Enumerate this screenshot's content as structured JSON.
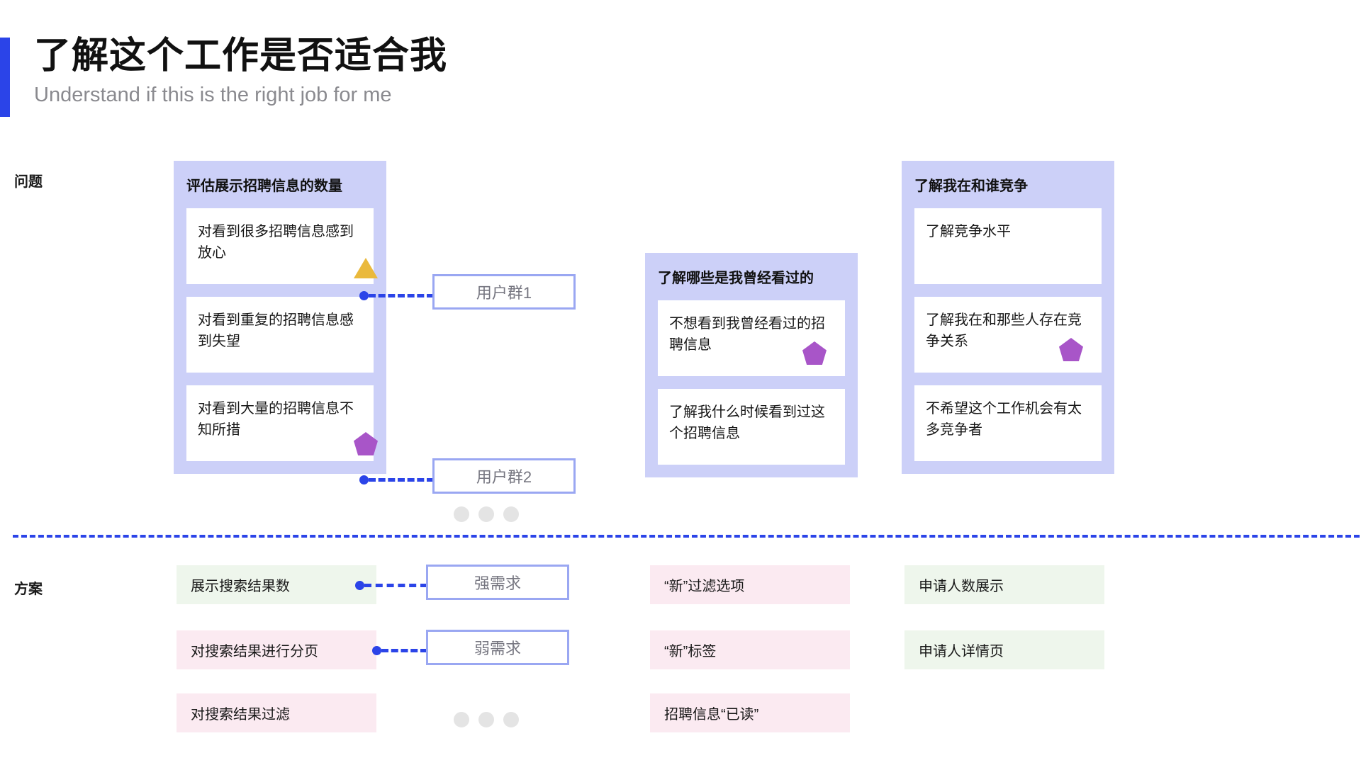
{
  "header": {
    "title": "了解这个工作是否适合我",
    "subtitle": "Understand if this is the right job for me",
    "accent_color": "#2b44e8"
  },
  "labels": {
    "problems": "问题",
    "solutions": "方案"
  },
  "colors": {
    "group_bg": "#ccd0f8",
    "card_bg": "#ffffff",
    "dashed_line": "#2b44e8",
    "triangle_marker": "#eab93c",
    "pentagon_marker": "#a855c8",
    "pill_border": "#9aa7f2",
    "solution_green": "#eef6ec",
    "solution_pink": "#fbeaf1",
    "ellipsis_dot": "#e4e4e4"
  },
  "problems": {
    "groups": [
      {
        "title": "评估展示招聘信息的数量",
        "cards": [
          {
            "text": "对看到很多招聘信息感到放心",
            "marker": "triangle"
          },
          {
            "text": "对看到重复的招聘信息感到失望",
            "marker": "none"
          },
          {
            "text": "对看到大量的招聘信息不知所措",
            "marker": "pentagon"
          }
        ]
      },
      {
        "title": "了解哪些是我曾经看过的",
        "cards": [
          {
            "text": "不想看到我曾经看过的招聘信息",
            "marker": "pentagon"
          },
          {
            "text": "了解我什么时候看到过这个招聘信息",
            "marker": "none"
          }
        ]
      },
      {
        "title": "了解我在和谁竞争",
        "cards": [
          {
            "text": "了解竞争水平",
            "marker": "none"
          },
          {
            "text": "了解我在和那些人存在竞争关系",
            "marker": "pentagon"
          },
          {
            "text": "不希望这个工作机会有太多竞争者",
            "marker": "none"
          }
        ]
      }
    ],
    "pills": [
      {
        "label": "用户群1"
      },
      {
        "label": "用户群2"
      }
    ]
  },
  "solutions": {
    "columns": [
      {
        "chips": [
          {
            "text": "展示搜索结果数",
            "tone": "green"
          },
          {
            "text": "对搜索结果进行分页",
            "tone": "pink"
          },
          {
            "text": "对搜索结果过滤",
            "tone": "pink"
          }
        ]
      },
      {
        "chips": [
          {
            "text": "“新”过滤选项",
            "tone": "pink"
          },
          {
            "text": "“新”标签",
            "tone": "pink"
          },
          {
            "text": "招聘信息“已读”",
            "tone": "pink"
          }
        ]
      },
      {
        "chips": [
          {
            "text": "申请人数展示",
            "tone": "green"
          },
          {
            "text": "申请人详情页",
            "tone": "green"
          }
        ]
      }
    ],
    "pills": [
      {
        "label": "强需求"
      },
      {
        "label": "弱需求"
      }
    ]
  }
}
